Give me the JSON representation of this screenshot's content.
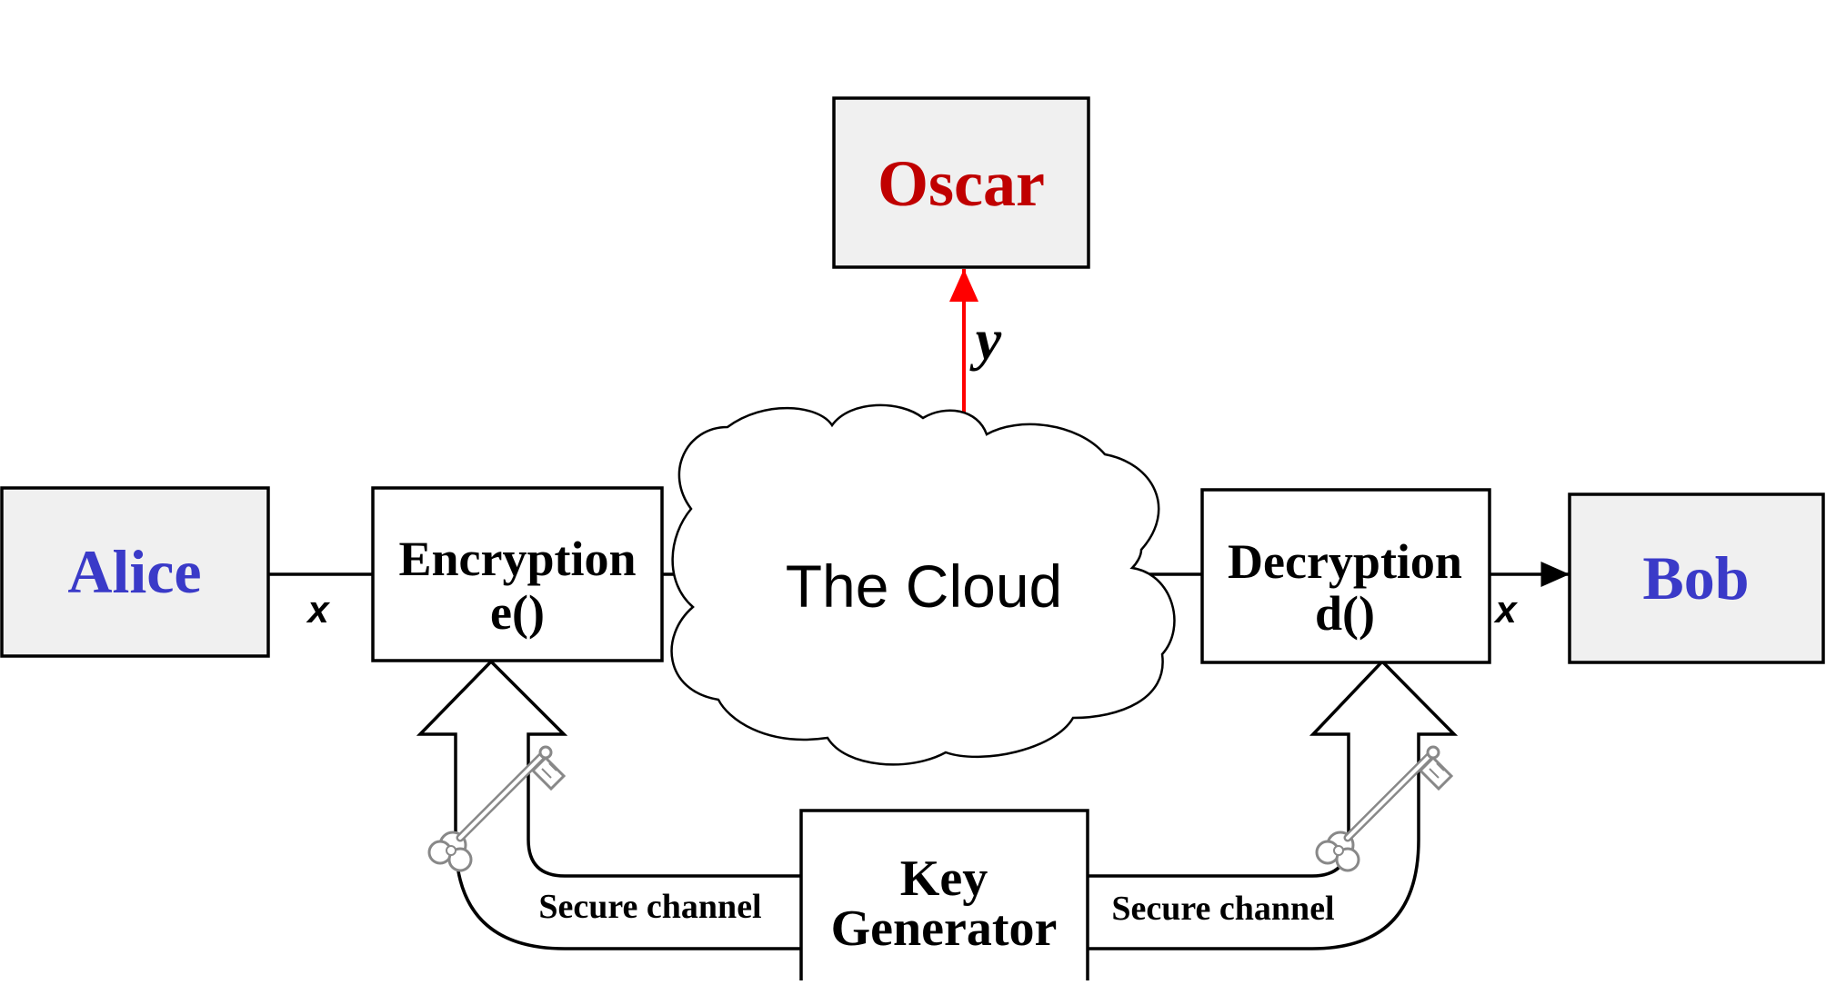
{
  "nodes": {
    "alice": {
      "label": "Alice",
      "color": "#3a3ac8"
    },
    "bob": {
      "label": "Bob",
      "color": "#3a3ac8"
    },
    "oscar": {
      "label": "Oscar",
      "color": "#c00000"
    },
    "encryption": {
      "line1": "Encryption",
      "line2": "e()"
    },
    "decryption": {
      "line1": "Decryption",
      "line2": "d()"
    },
    "cloud": {
      "label": "The Cloud"
    },
    "key_generator": {
      "line1": "Key",
      "line2": "Generator"
    }
  },
  "edge_labels": {
    "plaintext_left": "x",
    "plaintext_right": "x",
    "ciphertext": "y",
    "secure_channel_left": "Secure channel",
    "secure_channel_right": "Secure channel"
  },
  "colors": {
    "box_fill_shaded": "#f0f0f0",
    "box_fill_plain": "#ffffff",
    "interception_arrow": "#ff0000",
    "key_icon": "#888888"
  },
  "icons": [
    "key-icon",
    "key-icon"
  ]
}
